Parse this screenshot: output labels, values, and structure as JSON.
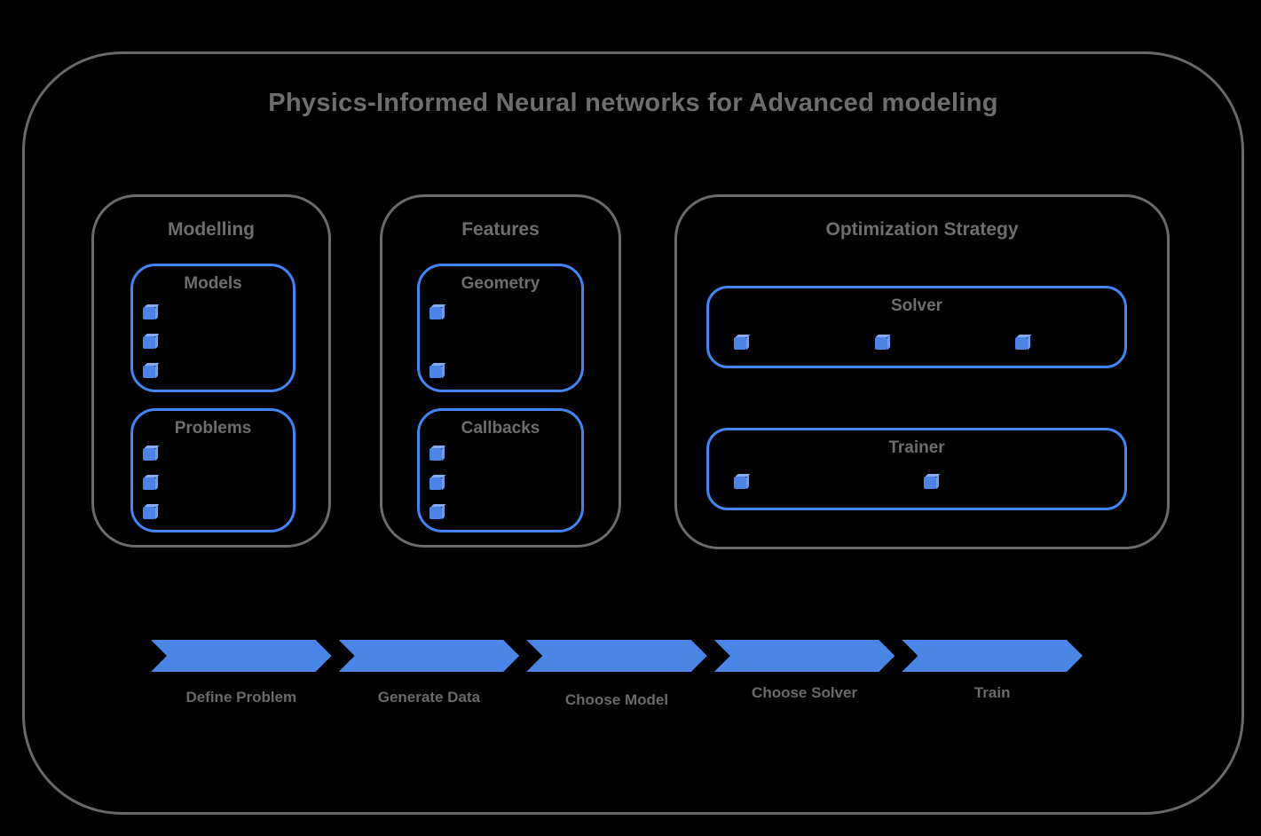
{
  "title": "Physics-Informed Neural networks for Advanced modeling",
  "colors": {
    "background": "#000000",
    "outline_gray": "#696969",
    "text_gray": "#6e6e6e",
    "accent_blue": "#4285f4",
    "arrow_blue": "#4a86e8",
    "cube_blue": "#4c83e6"
  },
  "sections": [
    {
      "label": "Modelling",
      "boxes": [
        {
          "label": "Models",
          "cube_count": 3
        },
        {
          "label": "Problems",
          "cube_count": 3
        }
      ]
    },
    {
      "label": "Features",
      "boxes": [
        {
          "label": "Geometry",
          "cube_count": 2
        },
        {
          "label": "Callbacks",
          "cube_count": 3
        }
      ]
    },
    {
      "label": "Optimization Strategy",
      "boxes": [
        {
          "label": "Solver",
          "cube_count": 3
        },
        {
          "label": "Trainer",
          "cube_count": 2
        }
      ]
    }
  ],
  "pipeline": {
    "steps": [
      {
        "label": "Define Problem"
      },
      {
        "label": "Generate Data"
      },
      {
        "label": "Choose Model"
      },
      {
        "label": "Choose Solver"
      },
      {
        "label": "Train"
      }
    ]
  }
}
